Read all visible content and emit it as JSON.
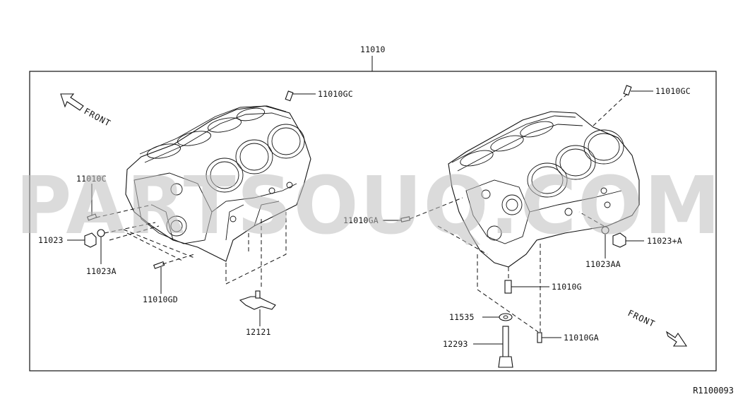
{
  "diagram": {
    "main_part": "11010",
    "drawing_code": "R1100093",
    "watermark": "PARTSOUQ.COM",
    "front_labels": [
      "FRONT",
      "FRONT"
    ],
    "callouts_left": [
      {
        "id": "c-11010gc-l",
        "text": "11010GC"
      },
      {
        "id": "c-11010c",
        "text": "11010C"
      },
      {
        "id": "c-11023",
        "text": "11023"
      },
      {
        "id": "c-11023a",
        "text": "11023A"
      },
      {
        "id": "c-11010gd",
        "text": "11010GD"
      },
      {
        "id": "c-12121",
        "text": "12121"
      }
    ],
    "callouts_right": [
      {
        "id": "c-11010gc-r",
        "text": "11010GC"
      },
      {
        "id": "c-11010ga-1",
        "text": "11010GA"
      },
      {
        "id": "c-11023pa",
        "text": "11023+A"
      },
      {
        "id": "c-11023aa",
        "text": "11023AA"
      },
      {
        "id": "c-11010g",
        "text": "11010G"
      },
      {
        "id": "c-11535",
        "text": "11535"
      },
      {
        "id": "c-12293",
        "text": "12293"
      },
      {
        "id": "c-11010ga-2",
        "text": "11010GA"
      }
    ]
  }
}
